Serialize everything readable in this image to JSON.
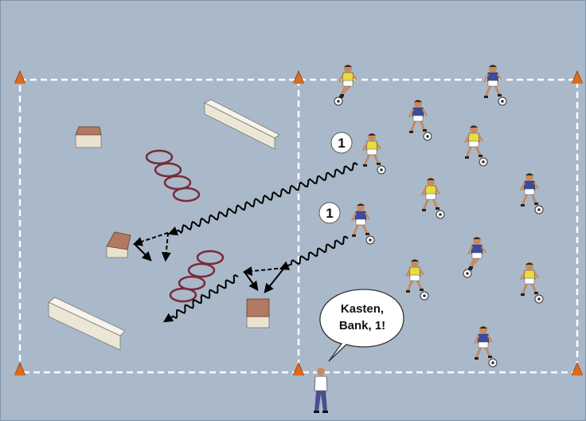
{
  "labels": {
    "number_badge_1": "1",
    "number_badge_2": "1",
    "coach_callout_line1": "Kasten,",
    "coach_callout_line2": "Bank, 1!"
  },
  "colors": {
    "field": "#a9b9c9",
    "line": "#ffffff",
    "cone": "#e06a1c",
    "hoop": "#7a2a3a",
    "jersey_blue": "#3c4aa0",
    "jersey_yellow": "#e8dc40",
    "box_top": "#b07a60",
    "bench": "#ece6d6"
  },
  "icons": [
    "cone-icon",
    "box-icon",
    "bench-icon",
    "hoop-icon",
    "player-icon",
    "ball-icon",
    "coach-icon",
    "speech-bubble-icon"
  ]
}
